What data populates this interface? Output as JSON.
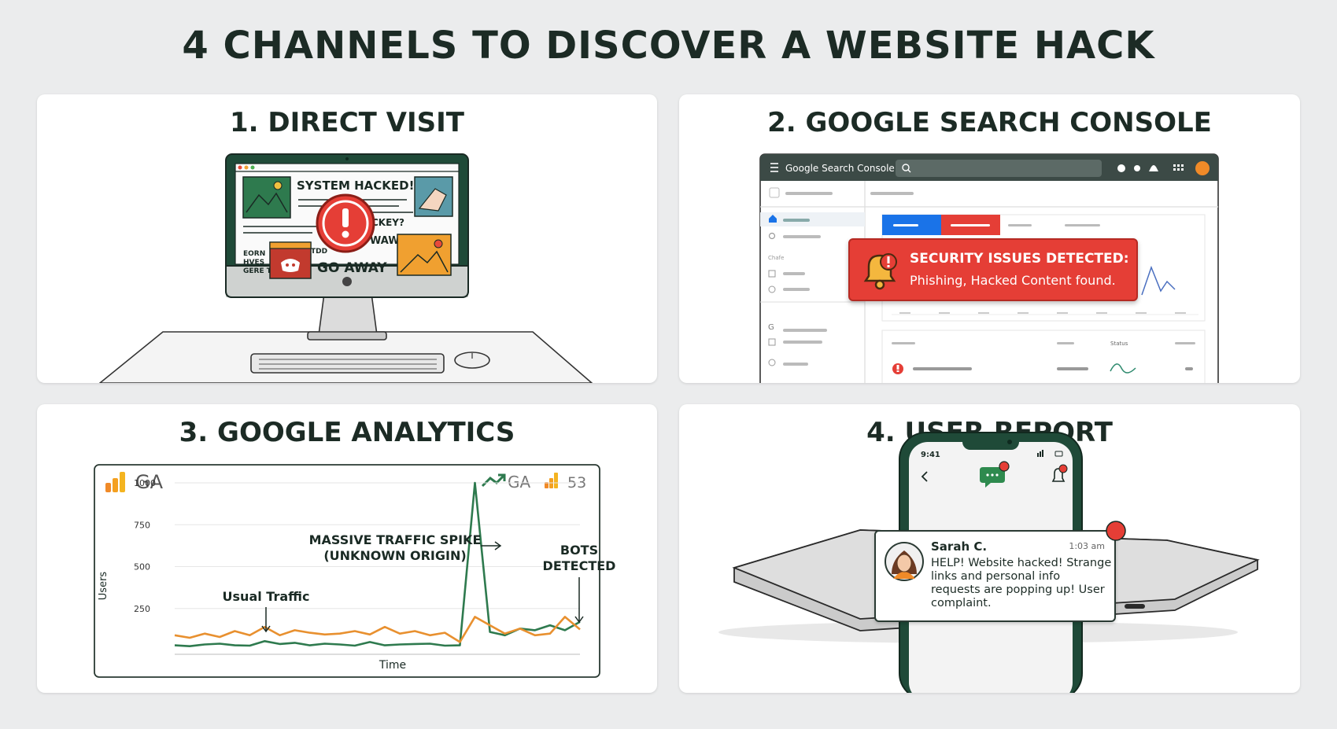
{
  "title": "4 CHANNELS TO DISCOVER A WEBSITE HACK",
  "panels": {
    "direct_visit": {
      "title": "1. DIRECT VISIT",
      "screen_texts": [
        "SYSTEM HACKED!",
        "CKEY?",
        "WAW",
        "GO AWAY",
        "EORN",
        "HVES",
        "GERE T",
        "TDD"
      ]
    },
    "search_console": {
      "title": "2. GOOGLE SEARCH CONSOLE",
      "app_name": "Google Search Console",
      "nav_label": "Chafe",
      "status_header": "Status",
      "alert_title": "SECURITY ISSUES DETECTED:",
      "alert_body": "Phishing, Hacked Content found."
    },
    "analytics": {
      "title": "3. GOOGLE ANALYTICS",
      "logo_text": "GA",
      "right_label": "GA",
      "right_count": "53",
      "annotations": {
        "spike": [
          "MASSIVE TRAFFIC SPIKE",
          "(UNKNOWN ORIGIN)"
        ],
        "bots": [
          "BOTS",
          "DETECTED"
        ],
        "usual": "Usual Traffic"
      },
      "chart_data": {
        "type": "line",
        "xlabel": "Time",
        "ylabel": "Users",
        "yticks": [
          1000,
          750,
          500,
          250
        ],
        "ylim": [
          0,
          1000
        ],
        "grid": true,
        "series": [
          {
            "color": "#2e7a4e",
            "values": [
              30,
              25,
              35,
              40,
              30,
              28,
              55,
              38,
              45,
              30,
              40,
              35,
              28,
              50,
              30,
              35,
              38,
              40,
              28,
              30,
              1000,
              110,
              90,
              130,
              120,
              150,
              120,
              170
            ]
          },
          {
            "color": "#e8902f",
            "values": [
              90,
              75,
              100,
              80,
              115,
              90,
              140,
              90,
              120,
              105,
              95,
              100,
              115,
              95,
              140,
              100,
              115,
              90,
              105,
              50,
              200,
              150,
              100,
              130,
              90,
              100,
              200,
              125
            ]
          }
        ]
      }
    },
    "user_report": {
      "title": "4. USER REPORT",
      "phone_time": "9:41",
      "sender": "Sarah C.",
      "time": "1:03 am",
      "message": "HELP! Website hacked! Strange links and personal info requests are popping up! User complaint."
    }
  },
  "colors": {
    "dark_green": "#1f4a38",
    "alert_red": "#e53e36",
    "accent_orange": "#e8902f",
    "line_green": "#2e7a4e",
    "gsc_blue": "#1a73e8"
  }
}
